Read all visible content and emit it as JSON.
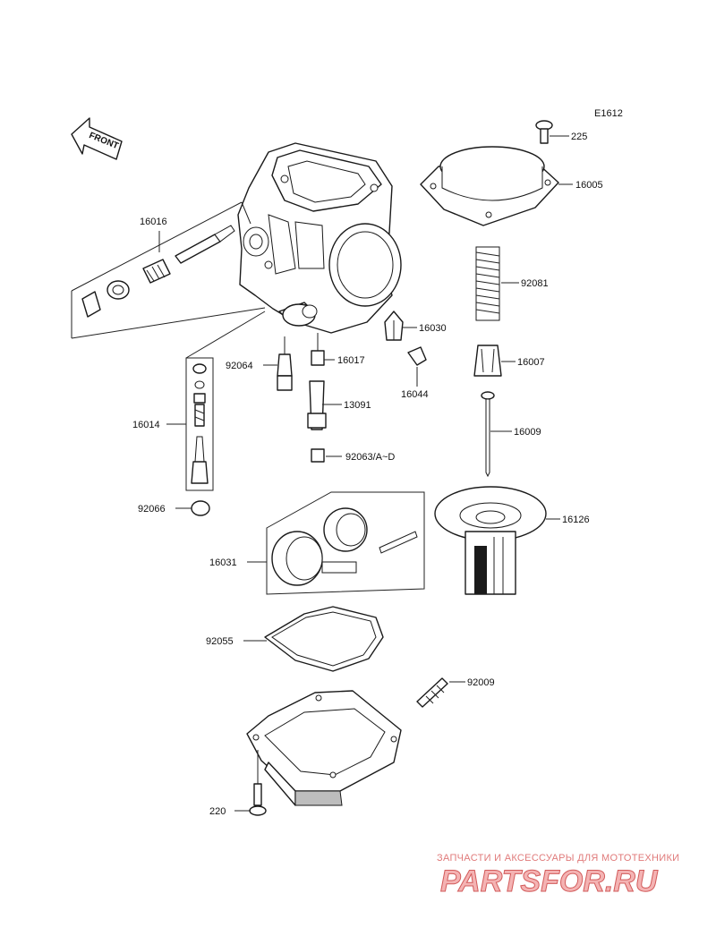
{
  "diagram_code": "E1612",
  "front_marker": "FRONT",
  "parts": {
    "p225": "225",
    "p16005": "16005",
    "p16016": "16016",
    "p92081": "92081",
    "p16030": "16030",
    "p16007": "16007",
    "p92064": "92064",
    "p16017": "16017",
    "p16044": "16044",
    "p13091": "13091",
    "p16009": "16009",
    "p16014": "16014",
    "p92063": "92063/A~D",
    "p92066": "92066",
    "p16126": "16126",
    "p16031": "16031",
    "p92055": "92055",
    "p92009": "92009",
    "p220": "220"
  },
  "watermark": {
    "tagline": "ЗАПЧАСТИ И АКСЕССУАРЫ ДЛЯ МОТОТЕХНИКИ",
    "brand": "PARTSFOR.RU"
  }
}
